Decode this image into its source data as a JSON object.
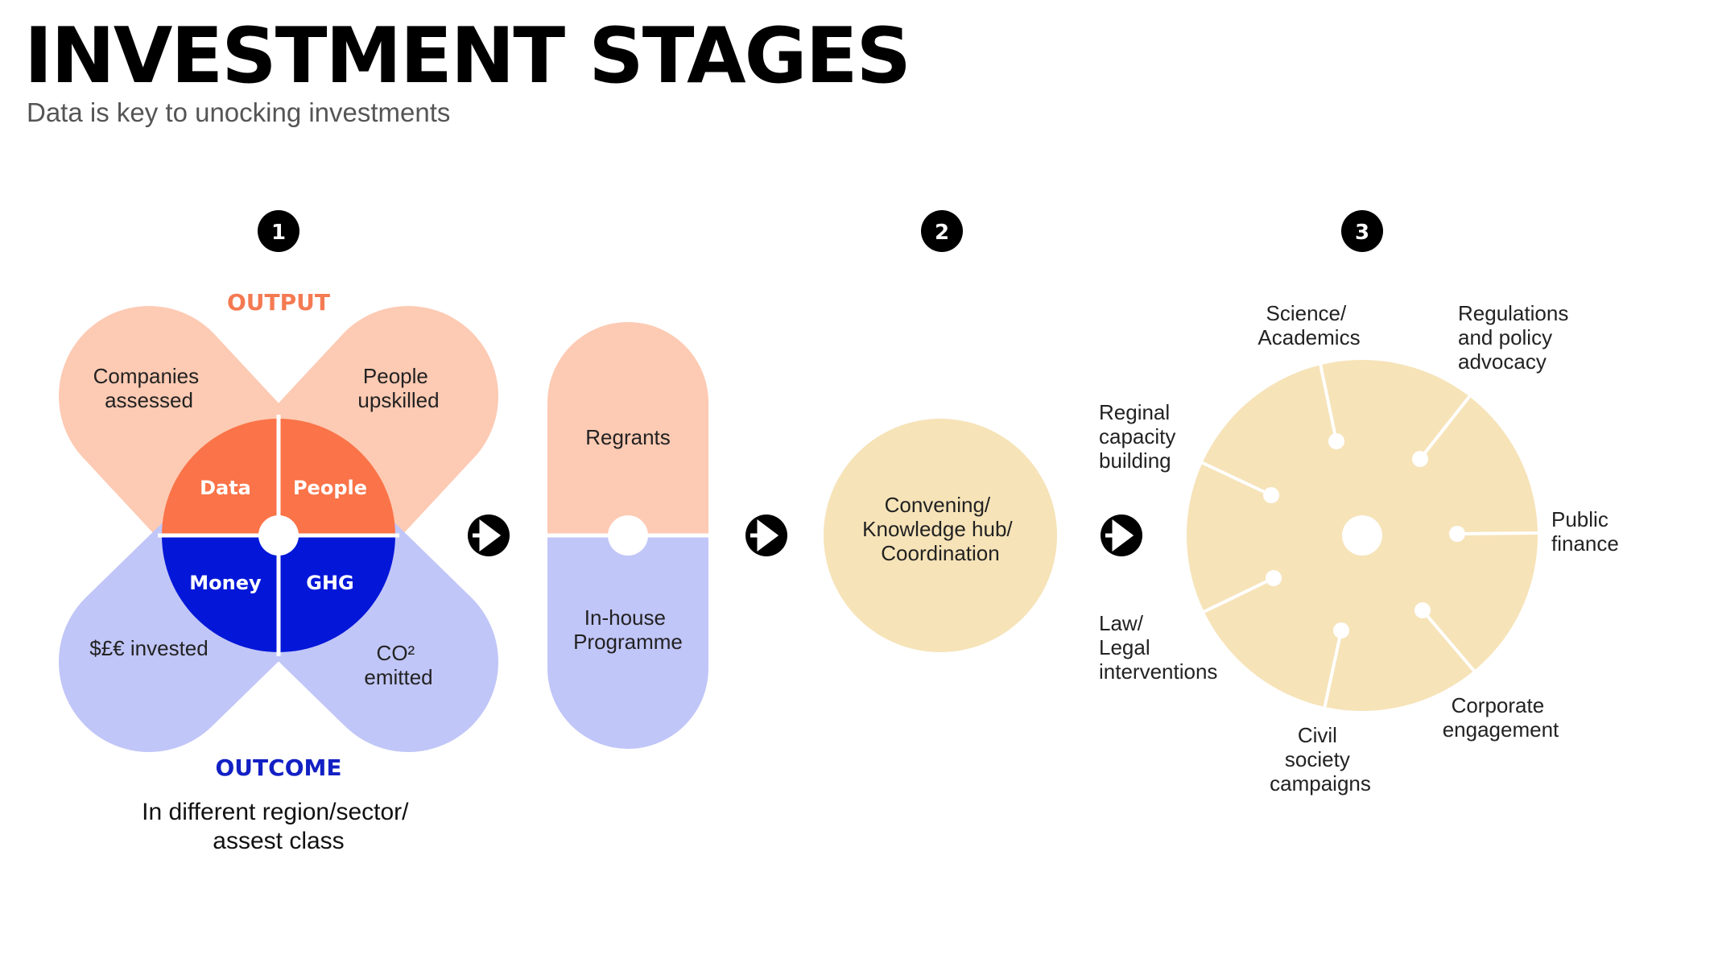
{
  "title": "INVESTMENT STAGES",
  "subtitle": "Data is key to unocking investments",
  "colors": {
    "peach": "#fdcab3",
    "orange": "#fb7348",
    "lavender": "#c1c6f8",
    "blue": "#0417d8",
    "sand": "#f6e3b8",
    "black": "#000000"
  },
  "stage1": {
    "number": "1",
    "output_heading": "OUTPUT",
    "outcome_heading": "OUTCOME",
    "petals": {
      "top_left": [
        "Companies",
        "assessed"
      ],
      "top_right": [
        "People",
        "upskilled"
      ],
      "bottom_left": [
        "$£€ invested"
      ],
      "bottom_right": [
        "CO²",
        "emitted"
      ]
    },
    "quadrants": {
      "top_left": "Data",
      "top_right": "People",
      "bottom_left": "Money",
      "bottom_right": "GHG"
    },
    "region_text": [
      "In different region/sector/",
      "assest class"
    ]
  },
  "pill": {
    "top": "Regrants",
    "bottom": [
      "In-house",
      "Programme"
    ]
  },
  "stage2": {
    "number": "2",
    "circle": [
      "Convening/",
      "Knowledge hub/",
      "Coordination"
    ]
  },
  "stage3": {
    "number": "3",
    "labels": {
      "science": [
        "Science/",
        "Academics"
      ],
      "regulations": [
        "Regulations",
        "and policy",
        "advocacy"
      ],
      "regional": [
        "Reginal",
        "capacity",
        "building"
      ],
      "public_finance": [
        "Public",
        "finance"
      ],
      "law": [
        "Law/",
        "Legal",
        "interventions"
      ],
      "corporate": [
        "Corporate",
        "engagement"
      ],
      "civil": [
        "Civil",
        "society",
        "campaigns"
      ]
    }
  }
}
